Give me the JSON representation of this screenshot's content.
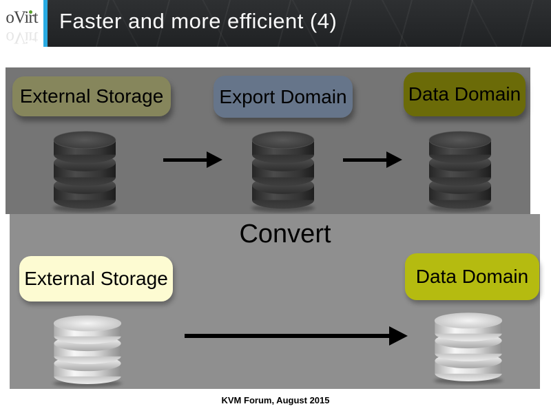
{
  "slide": {
    "logo": "oVirt",
    "title": "Faster and more efficient (4)",
    "footer": "KVM Forum, August 2015"
  },
  "diagram": {
    "before": {
      "nodes": [
        "External Storage",
        "Export Domain",
        "Data Domain"
      ],
      "node_colors": [
        "#86865c",
        "#66758a",
        "#6b6b08"
      ],
      "storage_icon": "database-cylinder-dark-icon",
      "arrow_icon": "arrow-right-icon",
      "flow": "External Storage -> Export Domain -> Data Domain"
    },
    "after": {
      "step_title": "Convert",
      "nodes": [
        "External Storage",
        "Data Domain"
      ],
      "node_colors": [
        "#fdfbd2",
        "#b5bb10"
      ],
      "storage_icon": "database-cylinder-silver-icon",
      "arrow_icon": "arrow-right-icon",
      "flow": "External Storage -> Data Domain"
    }
  },
  "colors": {
    "accent_stripe": "#2aabe2",
    "header_bar": "#26282a",
    "logo_dot_green": "#5aa02c",
    "panel_top": "#757575",
    "panel_bottom": "#8f8f8f",
    "arrow": "#000000"
  }
}
